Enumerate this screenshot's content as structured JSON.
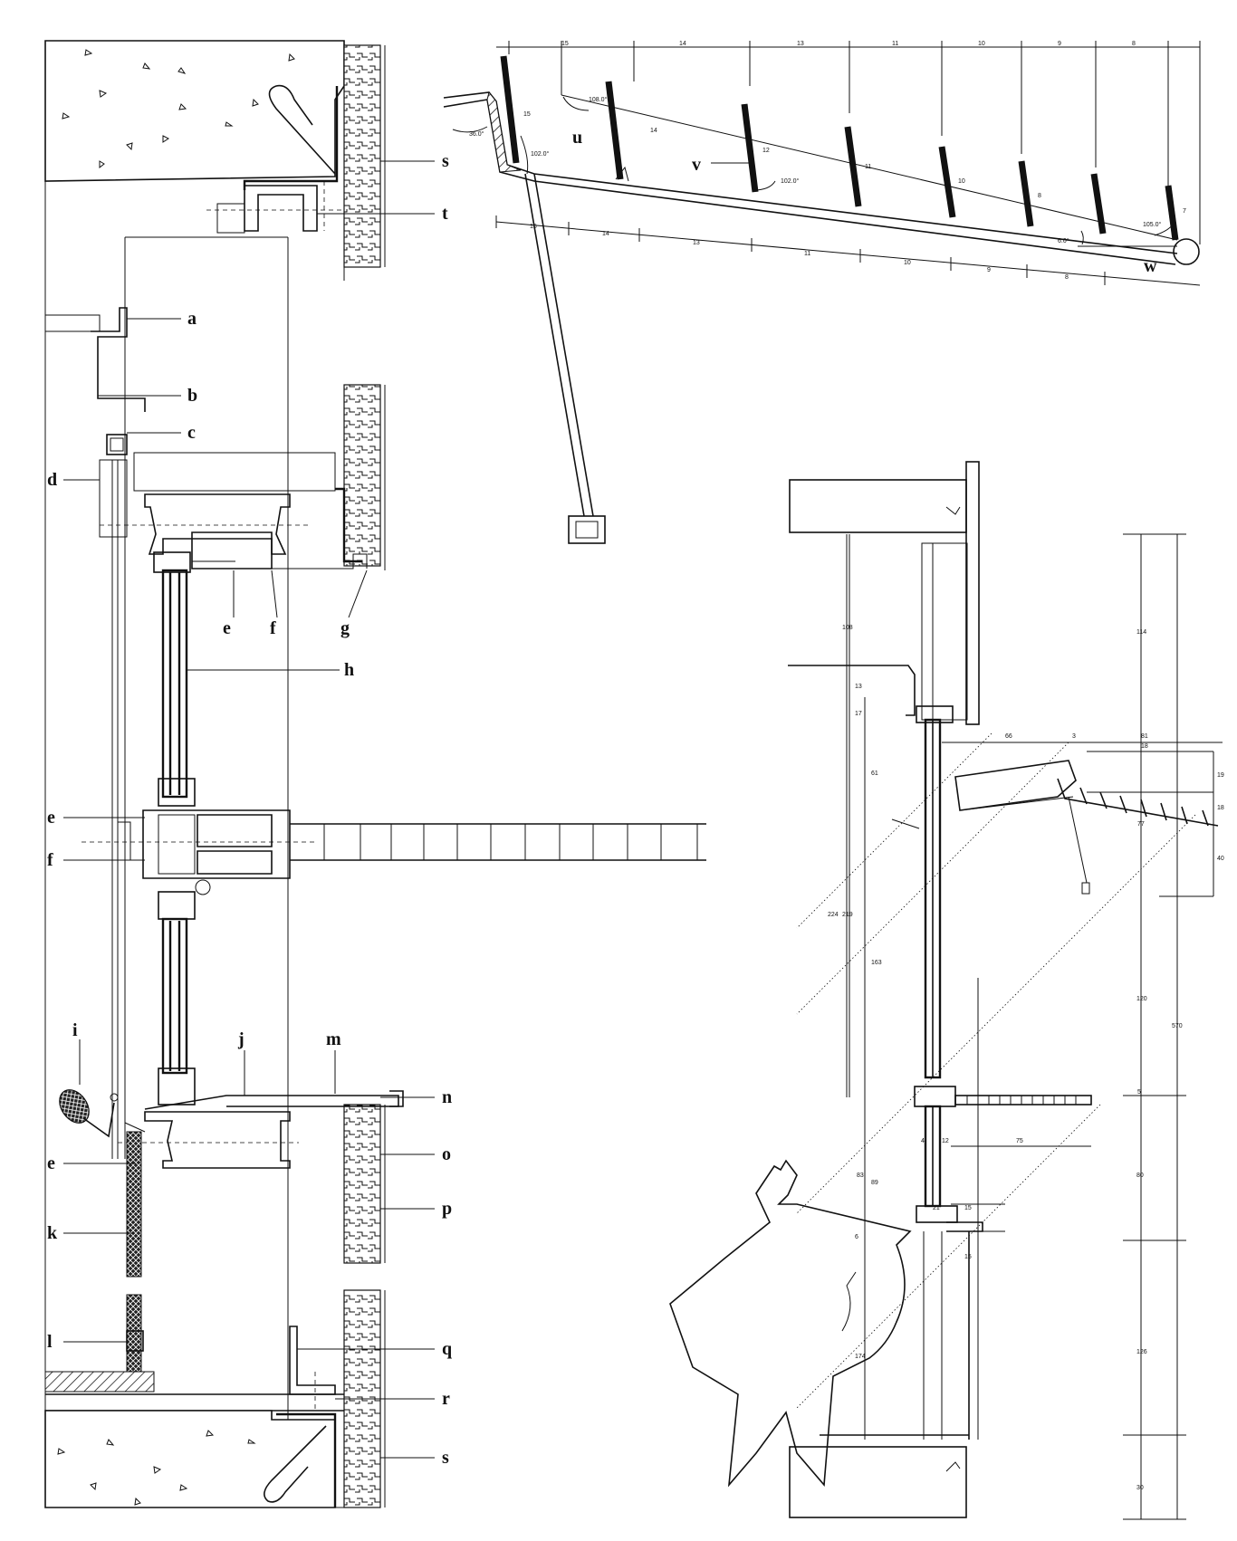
{
  "detail_labels": {
    "a": "a",
    "b": "b",
    "c": "c",
    "d": "d",
    "e": "e",
    "f": "f",
    "g": "g",
    "h": "h",
    "i": "i",
    "j": "j",
    "k": "k",
    "l": "l",
    "m": "m",
    "n": "n",
    "o": "o",
    "p": "p",
    "q": "q",
    "r": "r",
    "s": "s",
    "t": "t",
    "u": "u",
    "v": "v",
    "w": "w"
  },
  "louvre_detail": {
    "angles": [
      "36.0°",
      "102.0°",
      "108.0°",
      "102.0°",
      "105.0°",
      "6.0°"
    ],
    "top_dims": [
      "15",
      "14",
      "13",
      "11",
      "10",
      "9",
      "8"
    ],
    "bottom_dims": [
      "15",
      "14",
      "13",
      "11",
      "10",
      "9",
      "8"
    ],
    "blade_heights": [
      "15",
      "14",
      "12",
      "11",
      "10",
      "8",
      "7"
    ]
  },
  "section_dims": {
    "overall": "570",
    "right_col": [
      "114",
      "120",
      "80",
      "126",
      "30"
    ],
    "left_col": [
      "108",
      "13",
      "17",
      "61",
      "224",
      "219",
      "163",
      "83",
      "89",
      "174"
    ],
    "shade": [
      "66",
      "3",
      "81",
      "18",
      "19",
      "18",
      "77",
      "40"
    ],
    "sill": [
      "5",
      "4",
      "12",
      "75",
      "21",
      "15",
      "15",
      "6"
    ]
  }
}
